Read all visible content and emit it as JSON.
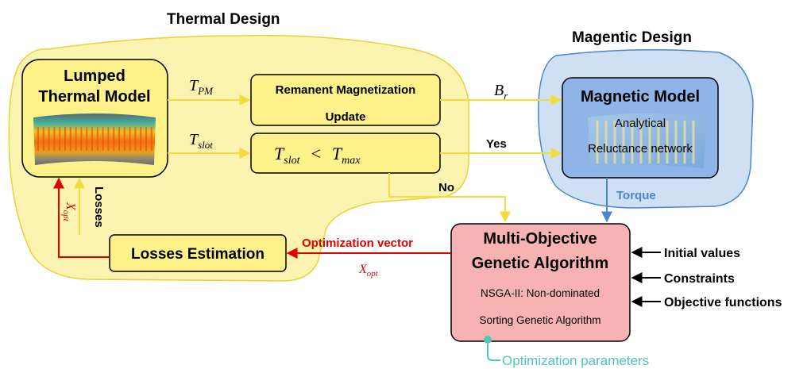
{
  "thermal_region": {
    "title": "Thermal Design"
  },
  "magnetic_region": {
    "title": "Magentic Design"
  },
  "lumped_model": {
    "line1": "Lumped",
    "line2": "Thermal Model"
  },
  "remanent_box": {
    "line1": "Remanent Magnetization",
    "line2": "Update"
  },
  "condition_box": {
    "left": "T",
    "left_sub": "slot",
    "op": "<",
    "right": "T",
    "right_sub": "max"
  },
  "magnetic_model": {
    "title": "Magnetic Model",
    "line1": "Analytical",
    "line2": "Reluctance network"
  },
  "moga_box": {
    "title1": "Multi-Objective",
    "title2": "Genetic Algorithm",
    "line1": "NSGA-II: Non-dominated",
    "line2": "Sorting Genetic Algorithm"
  },
  "losses_box": {
    "label": "Losses Estimation"
  },
  "edge_labels": {
    "t_pm": "T",
    "t_pm_sub": "PM",
    "t_slot": "T",
    "t_slot_sub": "slot",
    "b_r": "B",
    "b_r_sub": "r",
    "yes": "Yes",
    "no": "No",
    "torque": "Torque",
    "losses": "Losses",
    "x_opt_left": "X",
    "x_opt_left_sub": "opt",
    "opt_vector": "Optimization vector",
    "x_opt": "X",
    "x_opt_sub": "opt",
    "opt_params": "Optimization parameters"
  },
  "inputs": [
    "Initial values",
    "Constraints",
    "Objective functions"
  ],
  "colors": {
    "thermal_fill": "#fbf3b0",
    "thermal_stroke": "#e8d23a",
    "box_fill": "#fdf28a",
    "magnetic_fill": "#cfe0f5",
    "magnetic_stroke": "#4a86d0",
    "model_fill": "#8fb4e8",
    "moga_fill": "#f7b3b3",
    "red": "#e00000",
    "teal": "#4fc7b7",
    "arrow_yellow": "#f0dc3c",
    "torque_blue": "#4a86d0"
  }
}
